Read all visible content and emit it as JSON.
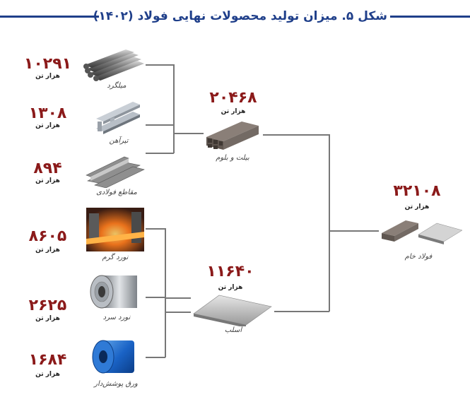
{
  "title": "شکل ۵. میزان تولید محصولات نهایی فولاد (۱۴۰۲)",
  "unit": "هزار تن",
  "products": {
    "rebar": {
      "value": "۱۰۲۹۱",
      "label": "میلگرد"
    },
    "ibeam": {
      "value": "۱۳۰۸",
      "label": "تیرآهن"
    },
    "sections": {
      "value": "۸۹۴",
      "label": "مقاطع فولادی"
    },
    "hot_rolled": {
      "value": "۸۶۰۵",
      "label": "نورد گرم"
    },
    "cold_rolled": {
      "value": "۲۶۲۵",
      "label": "نورد سرد"
    },
    "coated": {
      "value": "۱۶۸۴",
      "label": "ورق پوشش‌دار"
    }
  },
  "intermediate": {
    "billet": {
      "value": "۲۰۴۶۸",
      "label": "بیلت و بلوم"
    },
    "slab": {
      "value": "۱۱۶۴۰",
      "label": "اسلب"
    }
  },
  "final": {
    "crude": {
      "value": "۳۲۱۰۸",
      "label": "فولاد خام"
    }
  },
  "colors": {
    "brand_blue": "#1f3f8a",
    "value_red": "#8b1a1a",
    "connector": "#777777"
  }
}
